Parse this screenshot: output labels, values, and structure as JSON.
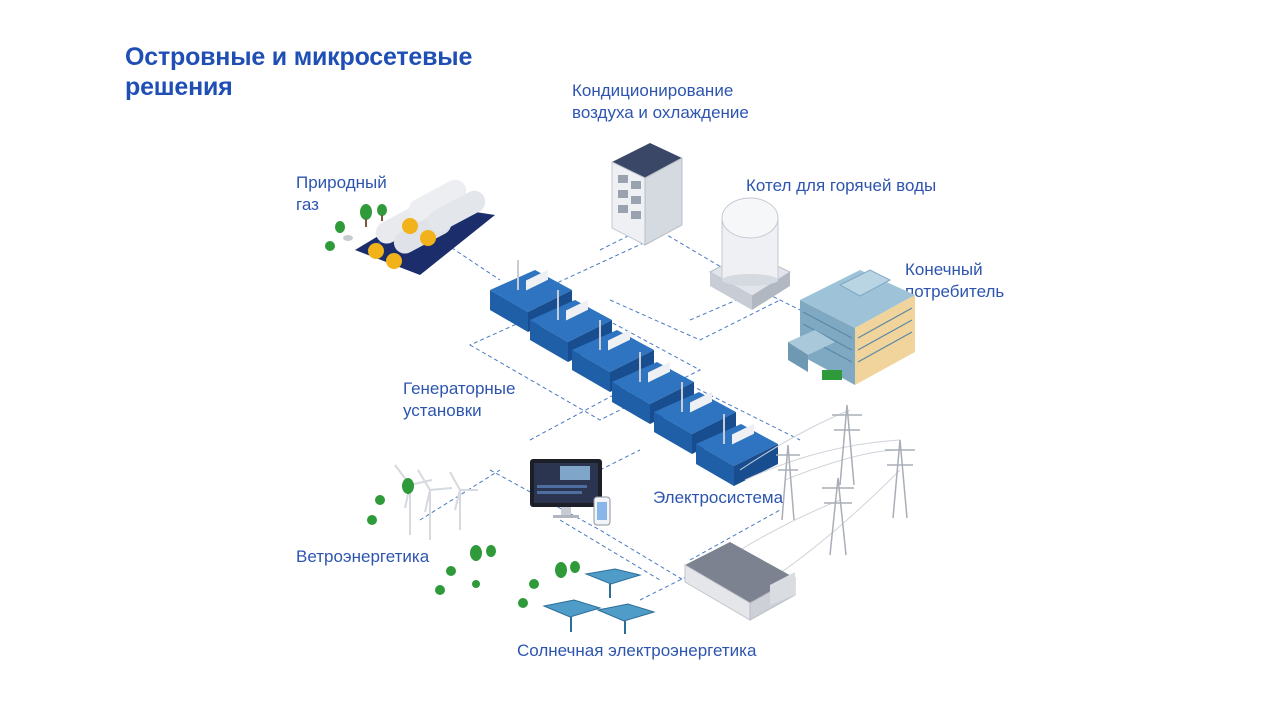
{
  "title": {
    "line1": "Островные и микросетевые",
    "line2": "решения"
  },
  "labels": {
    "air_conditioning": {
      "line1": "Кондиционирование",
      "line2": "воздуха и охлаждение"
    },
    "natural_gas": {
      "line1": "Природный",
      "line2": "газ"
    },
    "boiler": {
      "line1": "Котел для горячей воды"
    },
    "end_consumer": {
      "line1": "Конечный",
      "line2": "потребитель"
    },
    "generators": {
      "line1": "Генераторные",
      "line2": "установки"
    },
    "power_system": {
      "line1": "Электросистема"
    },
    "wind": {
      "line1": "Ветроэнергетика"
    },
    "solar": {
      "line1": "Солнечная электроэнергетика"
    }
  },
  "colors": {
    "title": "#1f4fb5",
    "label": "#2d55b0",
    "generator_blue": "#1f5fa8",
    "connector_dash": "#4a78c2",
    "tree_green": "#2f9a3a"
  }
}
